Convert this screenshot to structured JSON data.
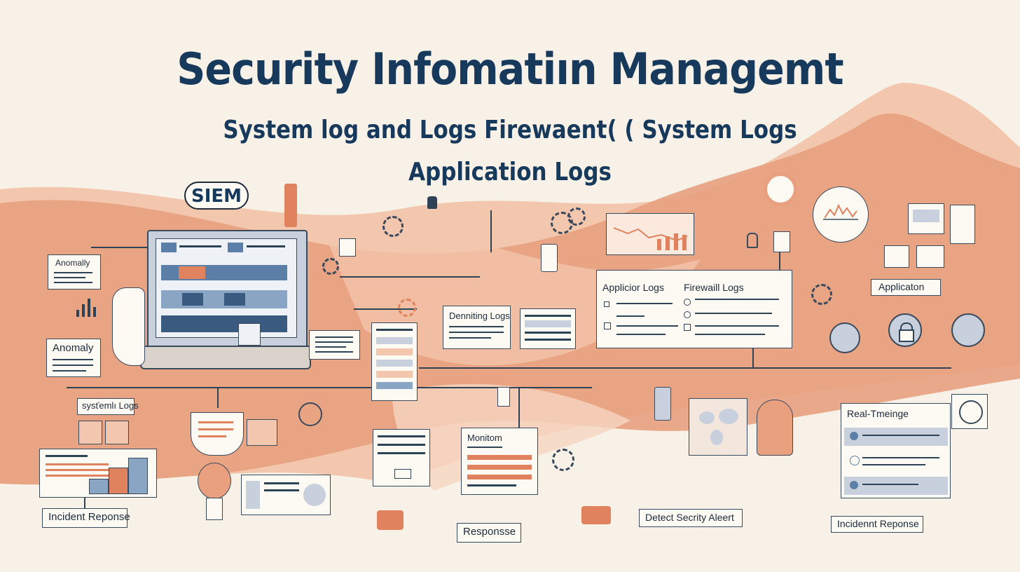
{
  "title": "Security Infomatiın Managemt",
  "subtitle_line1": "System log and Logs  Firewaent(  ( System Logs",
  "subtitle_line2": "Application Logs",
  "labels": {
    "siem": "SIEM",
    "anomaly_top": "Anomally",
    "anomaly": "Anomaly",
    "system_logs_small": "ѕуѕťеmlı Logs",
    "incident_response_left": "Incident Reponse",
    "denoting_logs": "Denniting Logs",
    "application_logs": "Applicior Logs",
    "firewall_logs": "Firewaill Logs",
    "application": "Applicaton",
    "monitoring": "Monitom",
    "response": "Responsse",
    "detect_alert": "Detect Secrity Aleert",
    "real_time": "Real-Tmeinge",
    "incident_response_right": "Incidennt Reponse"
  },
  "colors": {
    "background": "#f8f1e7",
    "wave_dark": "#e8a07f",
    "wave_light": "#f3c7ad",
    "navy": "#173a5c",
    "accent_orange": "#e0825e",
    "steel_blue": "#5b7fa6"
  },
  "icons": [
    "laptop-icon",
    "lightbulb-icon",
    "gear-icon",
    "lock-icon",
    "globe-icon",
    "phone-icon",
    "bar-chart-icon",
    "line-chart-icon",
    "shield-icon"
  ]
}
